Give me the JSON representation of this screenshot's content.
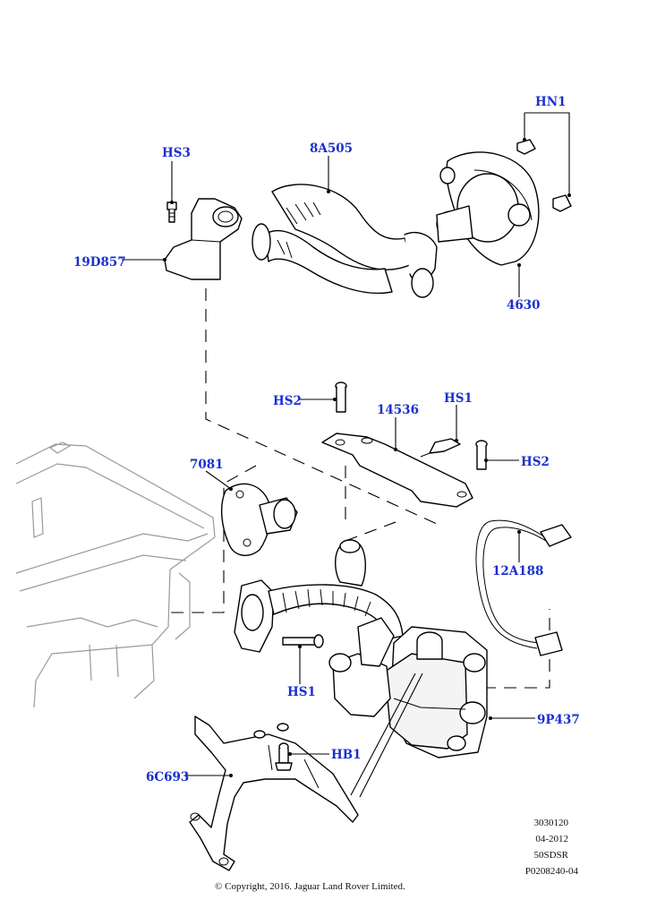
{
  "callouts": {
    "hn1": "HN1",
    "hs3": "HS3",
    "p8a505": "8A505",
    "p19d857": "19D857",
    "p4630": "4630",
    "hs2_top": "HS2",
    "p14536": "14536",
    "hs1_top": "HS1",
    "hs2_right": "HS2",
    "p7081": "7081",
    "p12a188": "12A188",
    "hs1_bottom": "HS1",
    "p9p437": "9P437",
    "hb1": "HB1",
    "p6c693": "6C693"
  },
  "info_block": {
    "line1": "3030120",
    "line2": "04-2012",
    "line3": "50SDSR",
    "line4": "P0208240-04"
  },
  "copyright": "© Copyright, 2016. Jaguar Land Rover Limited.",
  "colors": {
    "callout": "#1a2fd0",
    "line": "#000000",
    "background_engine": "#9a9a9a"
  }
}
